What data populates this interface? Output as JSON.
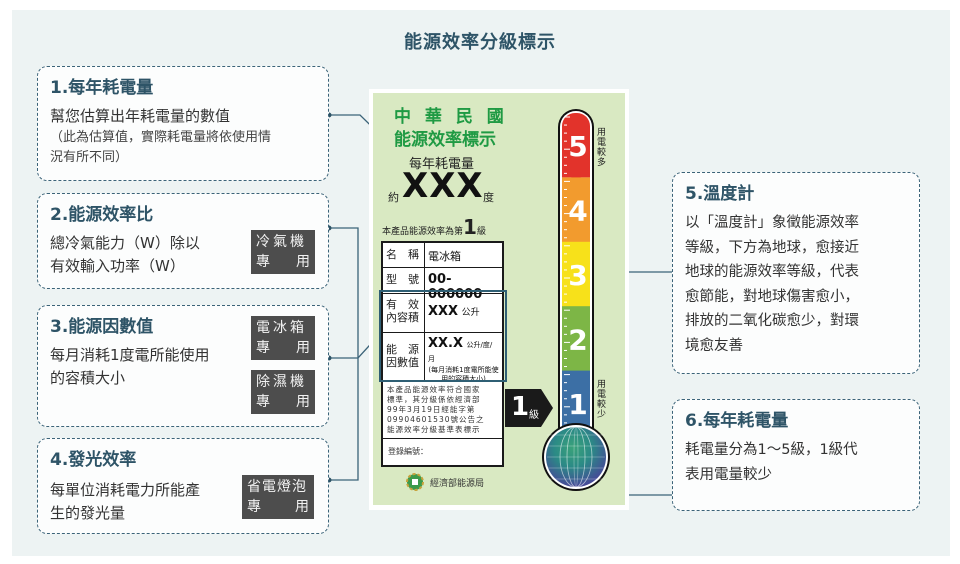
{
  "title": "能源效率分級標示",
  "cards": [
    {
      "heading": "1.每年耗電量",
      "lines": [
        "幫您估算出年耗電量的數值"
      ],
      "note": [
        "（此為估算值，實際耗電量將依使用情",
        "況有所不同）"
      ]
    },
    {
      "heading": "2.能源效率比",
      "lines": [
        "總冷氣能力（W）除以",
        "有效輸入功率（W）"
      ],
      "tags": [
        {
          "top": "冷氣機",
          "left": "專",
          "right": "用"
        }
      ]
    },
    {
      "heading": "3.能源因數值",
      "lines": [
        "每月消耗1度電所能使用",
        "的容積大小"
      ],
      "tags": [
        {
          "top": "電冰箱",
          "left": "專",
          "right": "用"
        },
        {
          "top": "除濕機",
          "left": "專",
          "right": "用"
        }
      ]
    },
    {
      "heading": "4.發光效率",
      "lines": [
        "每單位消耗電力所能產",
        "生的發光量"
      ],
      "tags": [
        {
          "top": "省電燈泡",
          "left": "專",
          "right": "用"
        }
      ]
    },
    {
      "heading": "5.溫度計",
      "lines": [
        "以「溫度計」象徵能源效率",
        "等級，下方為地球，愈接近",
        "地球的能源效率等級，代表",
        "愈節能，對地球傷害愈小，",
        "排放的二氧化碳愈少，對環",
        "境愈友善"
      ]
    },
    {
      "heading": "6.每年耗電量",
      "lines": [
        "耗電量分為1～5級，1級代",
        "表用電量較少"
      ]
    }
  ],
  "label": {
    "country": "中 華 民 國",
    "name": "能源效率標示",
    "annual_label": "每年耗電量",
    "approx": "約",
    "value": "XXX",
    "unit": "度",
    "grade_text": "本產品能源效率為第",
    "grade": "1",
    "grade_unit": "級",
    "spec": [
      {
        "key": "名　稱",
        "value": "電冰箱"
      },
      {
        "key": "型　號",
        "value": "00-000000"
      },
      {
        "key": "有　效 內容積",
        "value": "XXX",
        "unit": "公升"
      },
      {
        "key": "能　源 因數值",
        "value": "XX.X",
        "unit": "公升/度/月",
        "note": "(每月消耗1度電所能使用的容積大小)"
      }
    ],
    "legal_text": [
      "本產品能源效率符合國家",
      "標準，其分級係依經濟部",
      "99年3月19日經能字第",
      "09904601530號公告之",
      "能源效率分級基準表標示"
    ],
    "registration": "登錄編號：",
    "issuer": "經濟部能源局",
    "arrow_grade": "1",
    "arrow_unit": "級",
    "thermo_top_label": "用電較多",
    "thermo_bottom_label": "用電較少",
    "levels": [
      {
        "num": "5",
        "color": "#e2332b"
      },
      {
        "num": "4",
        "color": "#f29b2e"
      },
      {
        "num": "3",
        "color": "#f7e11a"
      },
      {
        "num": "2",
        "color": "#7db646"
      },
      {
        "num": "1",
        "color": "#3c6fa5"
      }
    ]
  },
  "colors": {
    "accent": "#2e5467",
    "label_bg": "#d9e9c2",
    "label_green": "#1f9a43",
    "panel_bg": "#edf3f3",
    "tag_bg": "#4d4d4d"
  }
}
